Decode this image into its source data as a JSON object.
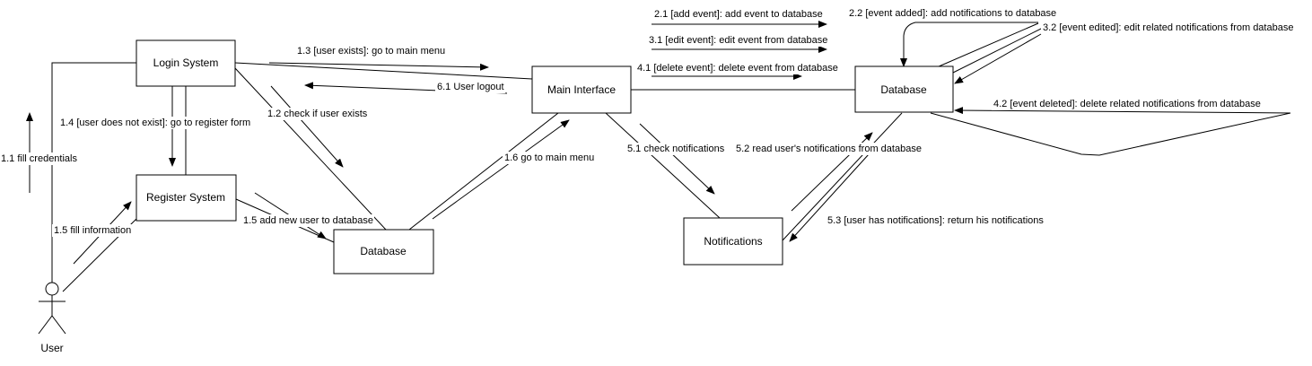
{
  "diagram": {
    "type": "uml-communication-diagram",
    "colors": {
      "line": "#000000",
      "box_fill": "#ffffff",
      "background": "#ffffff"
    },
    "actor": {
      "label": "User",
      "icon": "stick-figure-icon"
    },
    "nodes": {
      "login_system": "Login System",
      "register_system": "Register System",
      "database_left": "Database",
      "main_interface": "Main Interface",
      "database_right": "Database",
      "notifications": "Notifications"
    },
    "messages": {
      "m1_1": "1.1 fill credentials",
      "m1_2": "1.2 check if user exists",
      "m1_3": "1.3 [user exists]: go to main menu",
      "m1_4": "1.4 [user does not exist]: go to register form",
      "m1_5_fill": "1.5 fill information",
      "m1_5_add": "1.5 add new user to database",
      "m1_6": "1.6 go to main menu",
      "m2_1": "2.1 [add event]: add event to database",
      "m2_2": "2.2 [event added]: add notifications to database",
      "m3_1": "3.1 [edit event]: edit event from database",
      "m3_2": "3.2 [event edited]: edit related notifications from database",
      "m4_1": "4.1 [delete event]: delete event from database",
      "m4_2": "4.2 [event deleted]: delete related notifications from database",
      "m5_1": "5.1 check notifications",
      "m5_2": "5.2 read user's notifications from database",
      "m5_3": "5.3 [user has notifications]: return his notifications",
      "m6_1": "6.1 User logout"
    }
  }
}
